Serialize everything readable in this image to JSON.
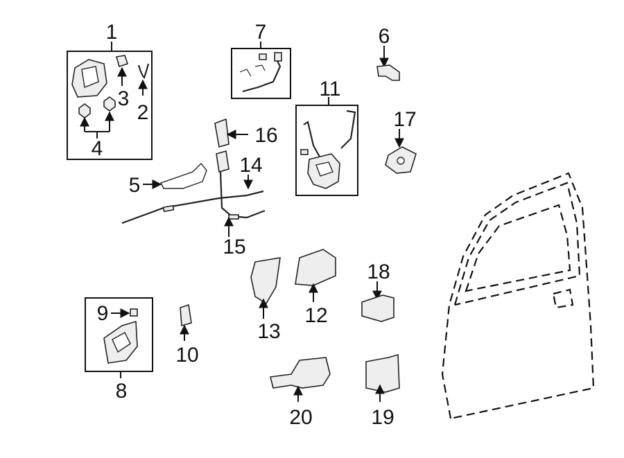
{
  "callouts": {
    "c1": "1",
    "c2": "2",
    "c3": "3",
    "c4": "4",
    "c5": "5",
    "c6": "6",
    "c7": "7",
    "c8": "8",
    "c9": "9",
    "c10": "10",
    "c11": "11",
    "c12": "12",
    "c13": "13",
    "c14": "14",
    "c15": "15",
    "c16": "16",
    "c17": "17",
    "c18": "18",
    "c19": "19",
    "c20": "20"
  },
  "colors": {
    "line": "#111111",
    "part_fill": "#eeeeee",
    "background": "#ffffff"
  }
}
